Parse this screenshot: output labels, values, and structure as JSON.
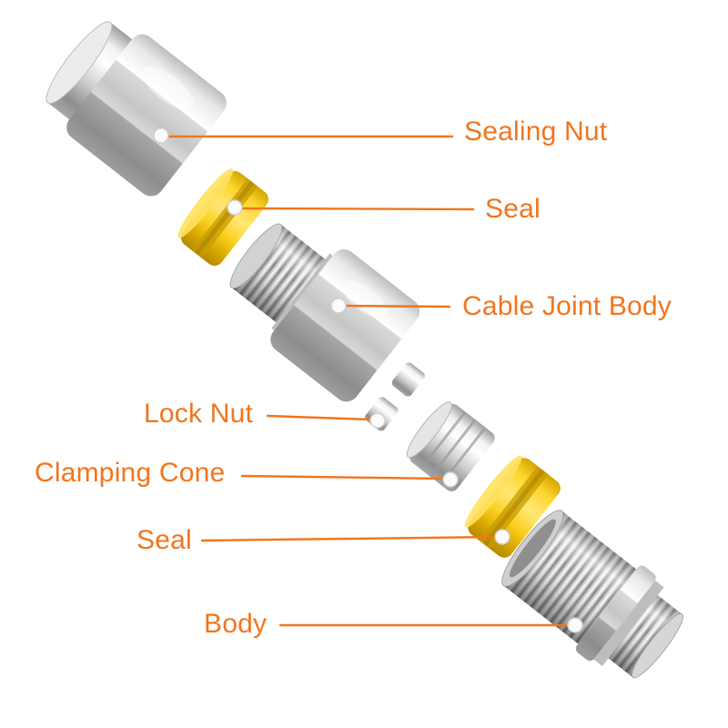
{
  "figure": {
    "type": "exploded-view-diagram",
    "subject": "metal cable gland connector parts"
  },
  "colors": {
    "accent": "#F1751C",
    "seal-yellow": "#FFD838",
    "background": "#FFFFFF"
  },
  "labels": {
    "sealing_nut": "Sealing Nut",
    "seal_top": "Seal",
    "cable_joint_body": "Cable Joint Body",
    "lock_nut": "Lock Nut",
    "clamping_cone": "Clamping Cone",
    "seal_bottom": "Seal",
    "body": "Body"
  }
}
